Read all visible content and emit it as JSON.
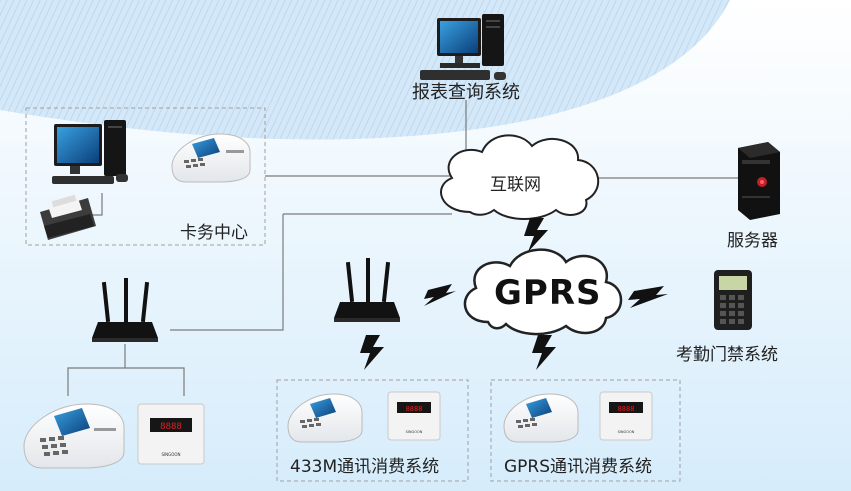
{
  "nodes": {
    "report_system": "报表查询系统",
    "card_center": "卡务中心",
    "internet": "互联网",
    "server": "服务器",
    "gprs": "GPRS",
    "attendance": "考勤门禁系统",
    "system_433m": "433M通讯消费系统",
    "system_gprs": "GPRS通讯消费系统"
  },
  "device_text": {
    "terminal_display": "8888",
    "terminal_brand": "SINGOON"
  },
  "colors": {
    "background_wave": "#cfe6f7",
    "line": "#7b7b7b",
    "dashed_box": "#a0a0a0",
    "cloud_stroke": "#222222",
    "lightning": "#111111"
  }
}
